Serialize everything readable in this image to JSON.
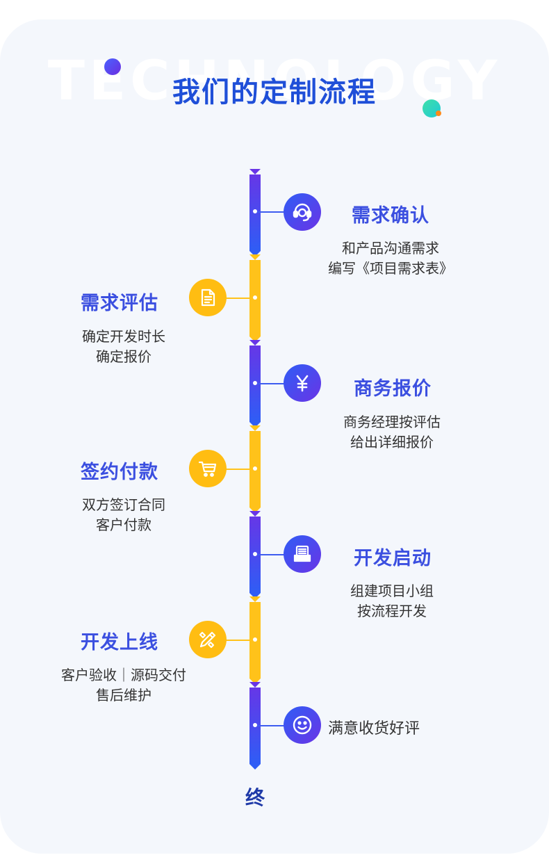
{
  "header": {
    "bg_word": "TECHNOLOGY",
    "title": "我们的定制流程"
  },
  "colors": {
    "blue": "#3b4fe0",
    "yellow": "#ffbd12",
    "title": "#1f4fd8"
  },
  "steps": [
    {
      "title": "需求确认",
      "lines": [
        "和产品沟通需求",
        "编写《项目需求表》"
      ],
      "icon": "headset-icon",
      "side": "right"
    },
    {
      "title": "需求评估",
      "lines": [
        "确定开发时长",
        "确定报价"
      ],
      "icon": "document-icon",
      "side": "left"
    },
    {
      "title": "商务报价",
      "lines": [
        "商务经理按评估",
        "给出详细报价"
      ],
      "icon": "yen-icon",
      "side": "right"
    },
    {
      "title": "签约付款",
      "lines": [
        "双方签订合同",
        "客户付款"
      ],
      "icon": "cart-icon",
      "side": "left"
    },
    {
      "title": "开发启动",
      "lines": [
        "组建项目小组",
        "按流程开发"
      ],
      "icon": "server-icon",
      "side": "right"
    },
    {
      "title": "开发上线",
      "lines": [
        "客户验收｜源码交付",
        "售后维护"
      ],
      "icon": "tools-icon",
      "side": "left"
    }
  ],
  "final": {
    "text": "满意收货好评",
    "icon": "smile-icon"
  },
  "end_label": "终"
}
